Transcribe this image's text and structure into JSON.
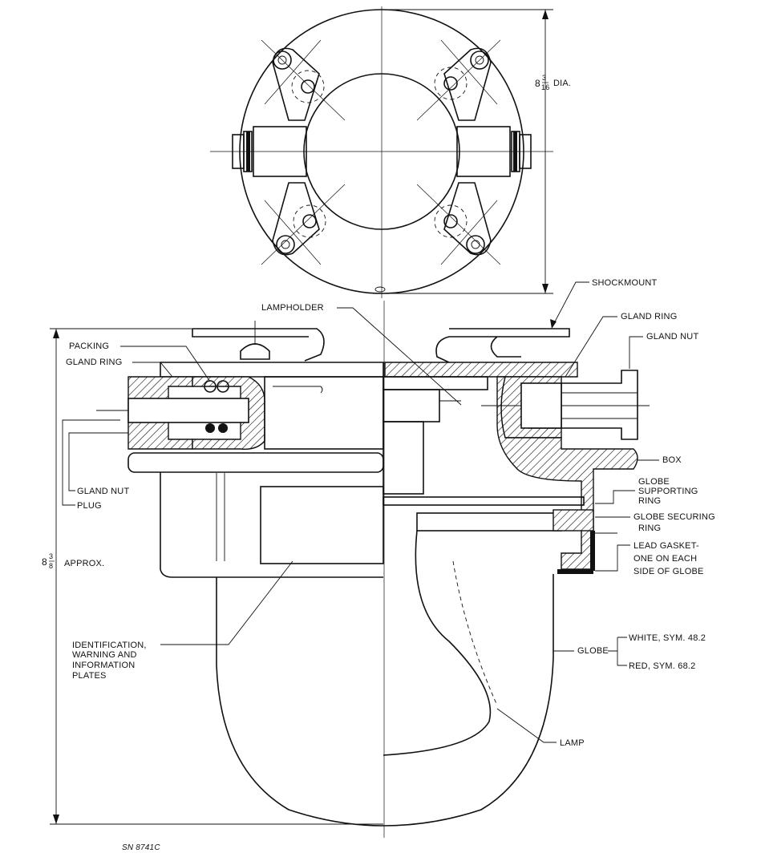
{
  "labels": {
    "dia_whole": "8",
    "dia_num": "3",
    "dia_den": "16",
    "dia_word": "DIA.",
    "height_whole": "8",
    "height_num": "3",
    "height_den": "8",
    "height_word": "APPROX.",
    "shockmount": "SHOCKMOUNT",
    "lampholder": "LAMPHOLDER",
    "gland_ring_right": "GLAND RING",
    "gland_nut_right": "GLAND NUT",
    "packing": "PACKING",
    "gland_ring_left": "GLAND RING",
    "gland_nut_left": "GLAND NUT",
    "plug": "PLUG",
    "box": "BOX",
    "globe_supporting_ring": [
      "GLOBE",
      "SUPPORTING",
      "RING"
    ],
    "globe_securing_ring": [
      "GLOBE SECURING",
      "RING"
    ],
    "lead_gasket": [
      "LEAD GASKET-",
      "ONE ON EACH",
      "SIDE OF GLOBE"
    ],
    "plates": [
      "IDENTIFICATION,",
      "WARNING AND",
      "INFORMATION",
      "PLATES"
    ],
    "globe": "GLOBE",
    "white_sym": "WHITE, SYM. 48.2",
    "red_sym": "RED, SYM. 68.2",
    "lamp": "LAMP",
    "drawing_no": "SN 8741C"
  }
}
